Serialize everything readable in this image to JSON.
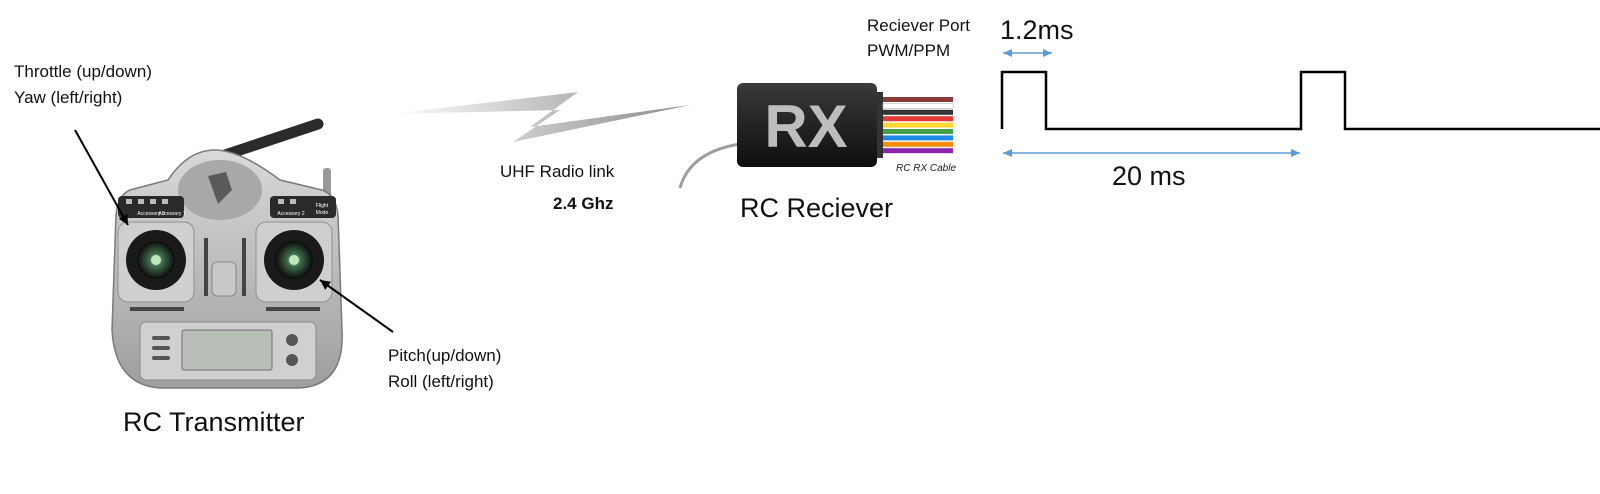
{
  "labels": {
    "throttle": "Throttle (up/down)",
    "yaw": "Yaw (left/right)",
    "pitch": "Pitch(up/down)",
    "roll": "Roll (left/right)",
    "transmitter": "RC Transmitter",
    "radio_link": "UHF Radio link",
    "frequency": "2.4 Ghz",
    "receiver": "RC Reciever",
    "port": "Reciever Port",
    "port_type": "PWM/PPM",
    "pulse_width": "1.2ms",
    "period": "20 ms"
  },
  "transmitter": {
    "accessory_0": "Accessory 0",
    "accessory_1": "Accessory 1",
    "accessory_2": "Accessory 2",
    "flight": "Flight",
    "mode": "Mode"
  },
  "receiver_box": {
    "logo": "RX",
    "cable_label": "RC RX Cable"
  },
  "colors": {
    "arrow_blue": "#5b9bd5",
    "body_grey": "#bdbdbd",
    "receiver_black": "#1e1e1e",
    "wire_colors": [
      "#8b3a3a",
      "#ffffff",
      "#333333",
      "#e53935",
      "#fdd835",
      "#43a047",
      "#1e88e5",
      "#fb8c00",
      "#8e24aa"
    ]
  }
}
